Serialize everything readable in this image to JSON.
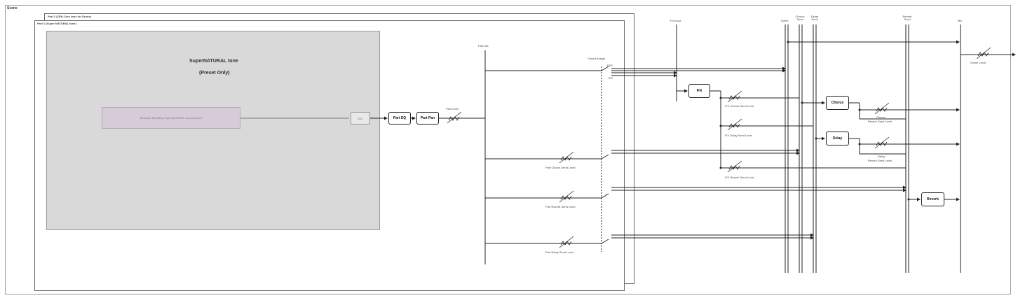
{
  "scene_label": "Scene",
  "part2_label": "Part 2 (ZEN-Core tone for Drone)",
  "part1_label": "Part 1 (Super NATURAL tone)",
  "sn_title": "SuperNATURAL tone",
  "sn_subtitle": "(Preset Only)",
  "sn_engine": "Behavior Modeling SuperNATURAL sound source",
  "mix_label": "MIX",
  "blocks": {
    "part_eq": "Part EQ",
    "part_pan": "Part Pan",
    "mfx": "IFX",
    "chorus": "Chorus",
    "delay": "Delay",
    "reverb": "Reverb"
  },
  "labels": {
    "part_level": "Part Level",
    "part_mix": "Part Mix",
    "output_assign": "Output Assign",
    "dry": "DRY",
    "ifx": "IFX",
    "part_chorus_send": "Part Chorus Send Level",
    "part_reverb_send": "Part Reverb Send Level",
    "part_delay_send": "Part Delay Send Level",
    "fx_input": "FX Input",
    "direct": "Direct",
    "chorus_send_top": "Chorus Send",
    "delay_send_top": "Delay Send",
    "reverb_send_top": "Reverb Send",
    "mix_top": "Mix",
    "ifx_chorus_send": "IFX Chorus Send Level",
    "ifx_delay_send": "IFX Delay Send Level",
    "ifx_reverb_send": "IFX Reverb Send Level",
    "chorus_reverb_send_1": "Chorus",
    "chorus_reverb_send_2": "Reverb Send Level",
    "delay_reverb_send_1": "Delay",
    "delay_reverb_send_2": "Reverb Send Level",
    "scene_level": "Scene Level"
  }
}
